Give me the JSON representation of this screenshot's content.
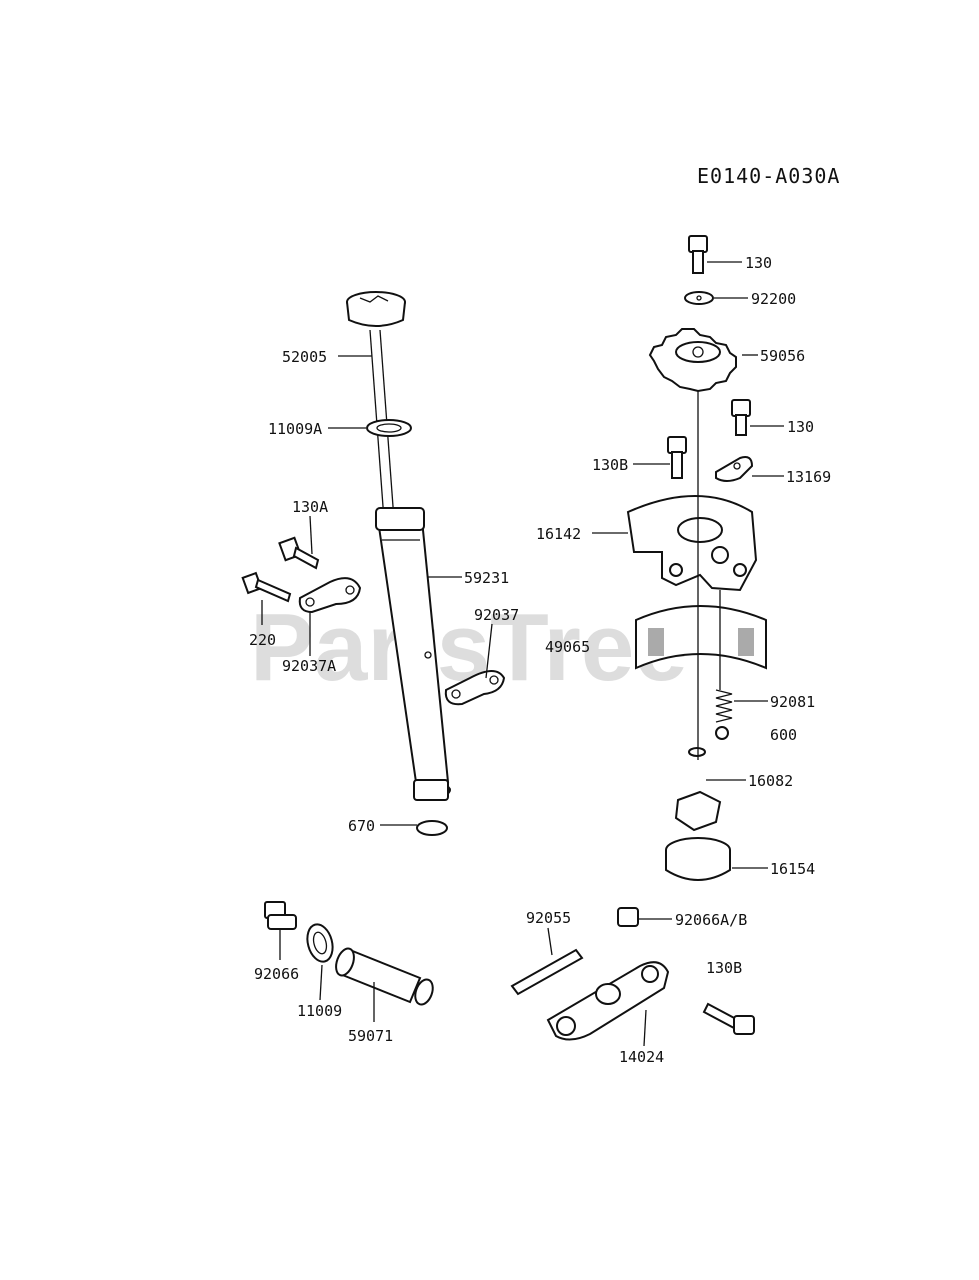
{
  "diagram_code": "E0140-A030A",
  "watermark": "PartsTree",
  "parts": [
    {
      "label": "130"
    },
    {
      "label": "92200"
    },
    {
      "label": "59056"
    },
    {
      "label": "130"
    },
    {
      "label": "130B"
    },
    {
      "label": "13169"
    },
    {
      "label": "16142"
    },
    {
      "label": "49065"
    },
    {
      "label": "92081"
    },
    {
      "label": "600"
    },
    {
      "label": "16082"
    },
    {
      "label": "16154"
    },
    {
      "label": "52005"
    },
    {
      "label": "11009A"
    },
    {
      "label": "130A"
    },
    {
      "label": "59231"
    },
    {
      "label": "220"
    },
    {
      "label": "92037A"
    },
    {
      "label": "92037"
    },
    {
      "label": "670"
    },
    {
      "label": "92066"
    },
    {
      "label": "11009"
    },
    {
      "label": "59071"
    },
    {
      "label": "92055"
    },
    {
      "label": "92066A/B"
    },
    {
      "label": "130B"
    },
    {
      "label": "14024"
    }
  ]
}
